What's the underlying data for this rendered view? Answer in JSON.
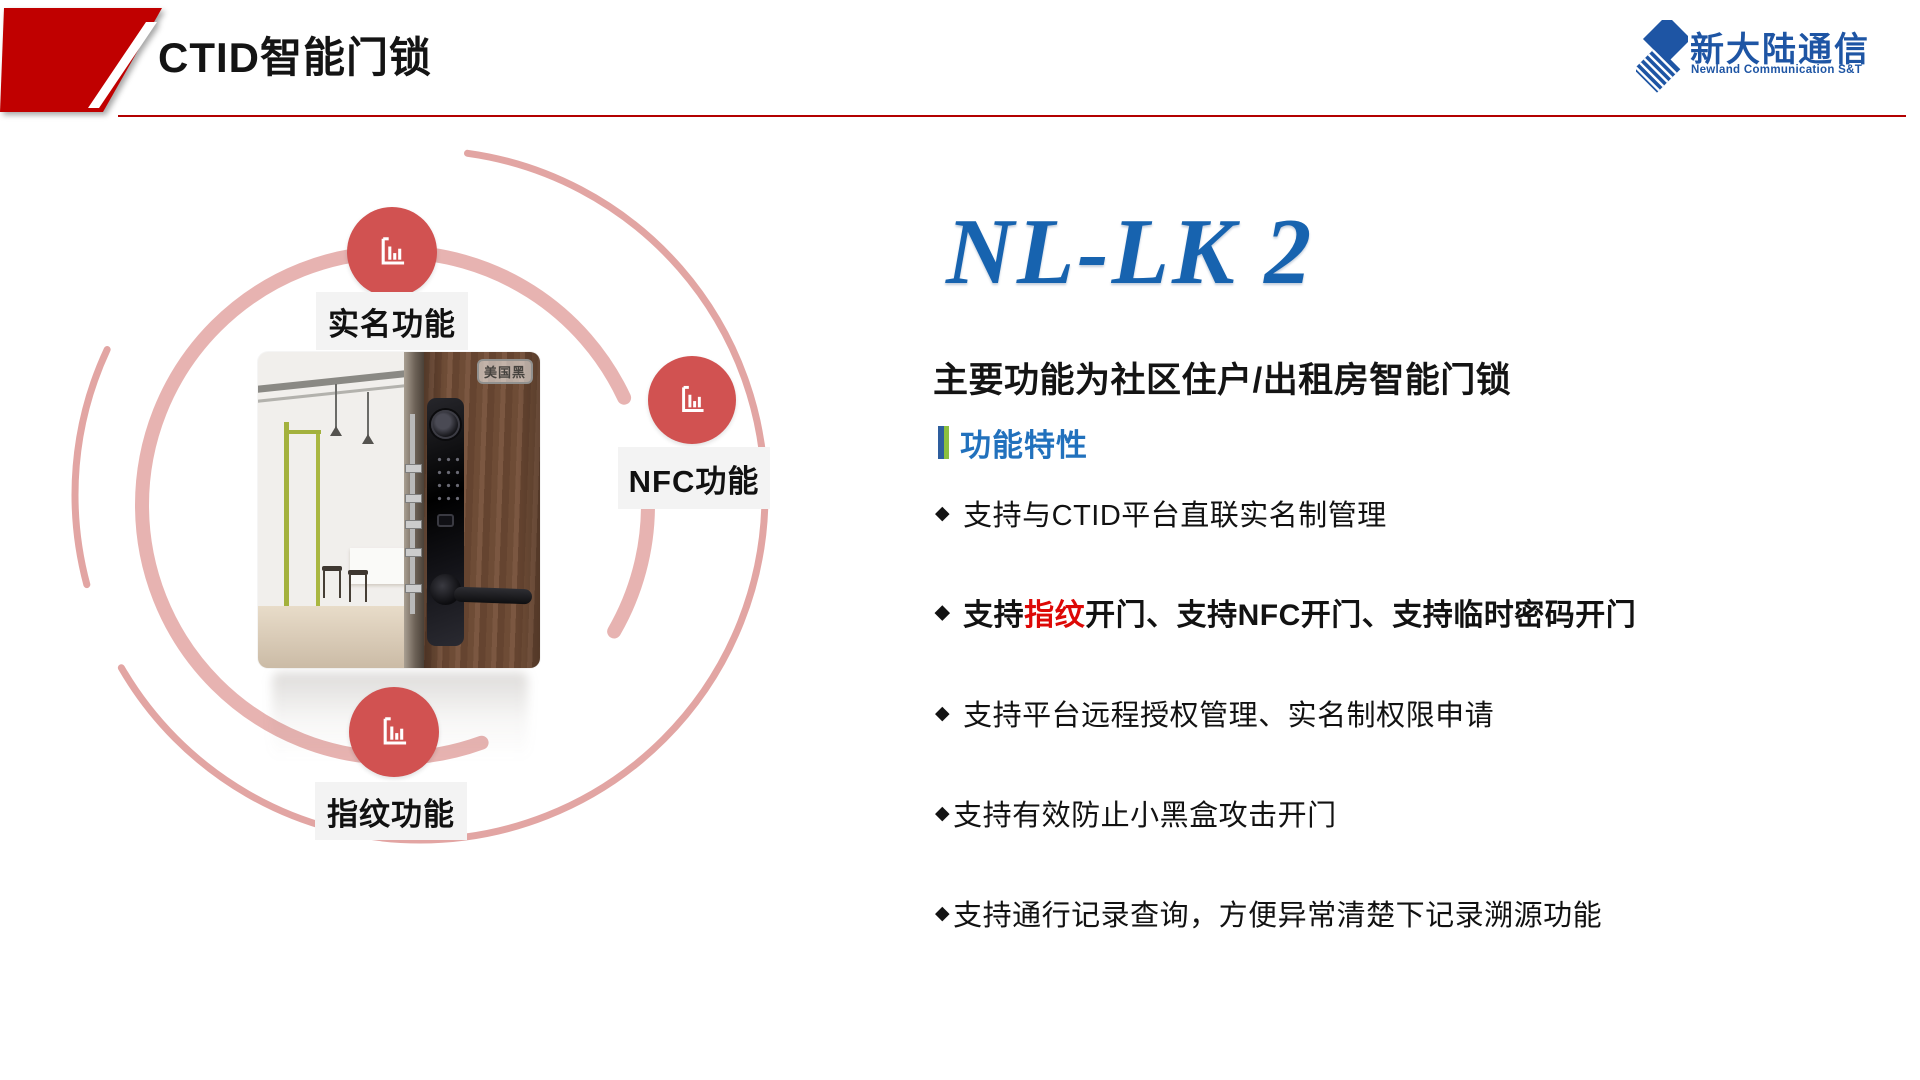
{
  "header": {
    "title": "CTID智能门锁"
  },
  "logo": {
    "name_cn": "新大陆通信",
    "name_en": "Newland Communication S&T"
  },
  "diagram": {
    "features": [
      {
        "icon": "bar-chart-icon",
        "label": "实名功能"
      },
      {
        "icon": "bar-chart-icon",
        "label": "NFC功能"
      },
      {
        "icon": "bar-chart-icon",
        "label": "指纹功能"
      }
    ],
    "photo_badge": "美国黑"
  },
  "product": {
    "model": "NL-LK 2",
    "summary": "主要功能为社区住户/出租房智能门锁",
    "section_title": "功能特性"
  },
  "bullets": {
    "b1": {
      "marker": "◆",
      "text": "支持与CTID平台直联实名制管理"
    },
    "b2": {
      "marker": "◆",
      "pre": "支持",
      "highlight": "指纹",
      "post": "开门、支持NFC开门、支持临时密码开门"
    },
    "b3": {
      "marker": "◆",
      "text": "支持平台远程授权管理、实名制权限申请"
    },
    "b4": {
      "marker": "◆",
      "text": "支持有效防止小黑盒攻击开门"
    },
    "b5": {
      "marker": "◆",
      "text": "支持通行记录查询，方便异常清楚下记录溯源功能"
    }
  },
  "colors": {
    "accent_red": "#c00000",
    "underline_red": "#b30000",
    "feature_circle_red": "#d15251",
    "arc_pink_thick": "#e7b3b1",
    "arc_pink_thin": "#e2a5a3",
    "model_blue": "#1763af",
    "section_blue": "#2171bd",
    "section_bar_blue": "#2e5e9e",
    "section_bar_green": "#8cbf3f",
    "logo_blue": "#1e55a4",
    "highlight_red": "#dd0806",
    "label_bg_gray": "#f3f3f3"
  }
}
